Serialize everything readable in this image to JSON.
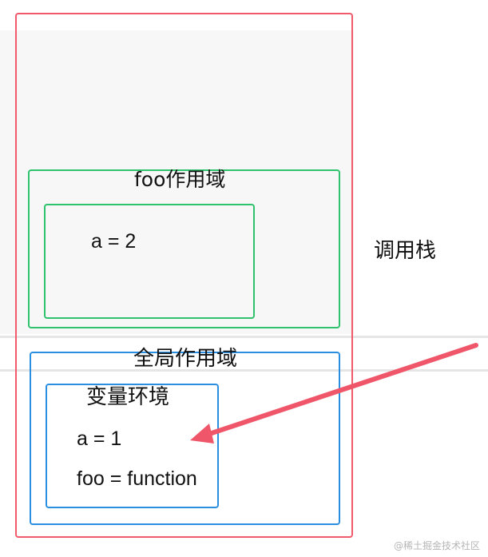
{
  "diagram": {
    "call_stack_label": "调用栈",
    "foo_scope": {
      "title": "foo作用域",
      "variables": [
        "a = 2"
      ]
    },
    "global_scope": {
      "title": "全局作用域",
      "variable_env": {
        "title": "变量环境",
        "variables": [
          "a = 1",
          "foo = function"
        ]
      }
    }
  },
  "colors": {
    "call_stack_border": "#f05a6a",
    "foo_scope_border": "#2dc26b",
    "global_scope_border": "#2a8fe0",
    "arrow": "#f0566a"
  },
  "watermark": "@稀土掘金技术社区"
}
